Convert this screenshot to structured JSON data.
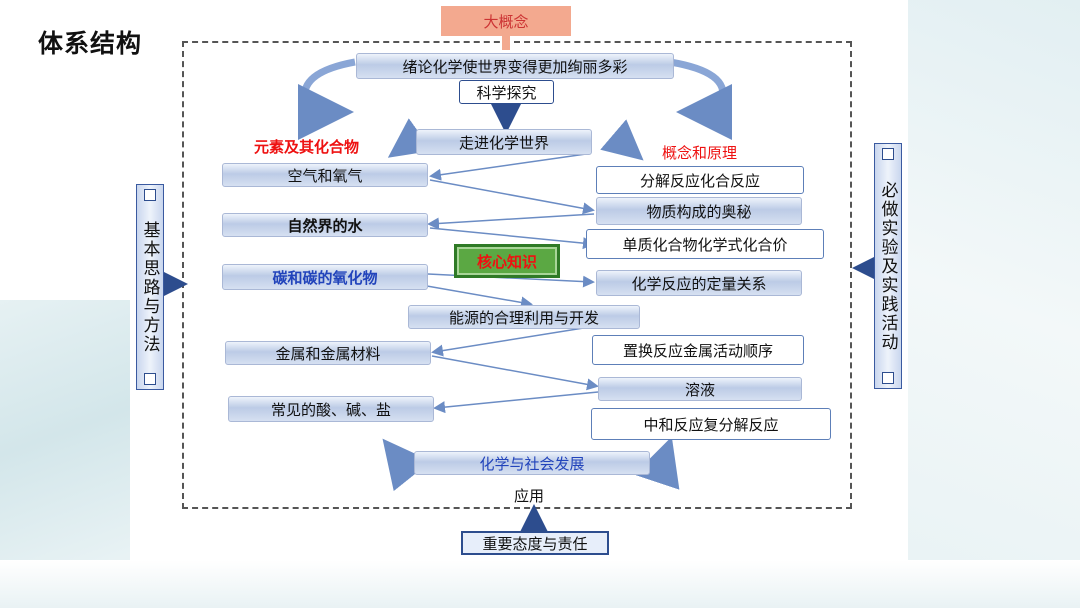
{
  "title": "体系结构",
  "big_concept": "大概念",
  "top": {
    "main": "绪论化学使世界变得更加绚丽多彩",
    "science": "科学探究",
    "enter": "走进化学世界"
  },
  "left_header": "元素及其化合物",
  "right_header": "概念和原理",
  "left_items": [
    "空气和氧气",
    "自然界的水",
    "碳和碳的氧化物",
    "金属和金属材料",
    "常见的酸、碱、盐"
  ],
  "right_items": [
    "分解反应化合反应",
    "物质构成的奥秘",
    "单质化合物化学式化合价",
    "化学反应的定量关系",
    "置换反应金属活动顺序",
    "溶液",
    "中和反应复分解反应"
  ],
  "center": {
    "core": "核心知识",
    "energy": "能源的合理利用与开发",
    "society": "化学与社会发展",
    "application": "应用"
  },
  "bottom": "重要态度与责任",
  "left_side": "基本思路与方法",
  "right_side": "必做实验及实践活动",
  "colors": {
    "dark_blue": "#2d4d8e",
    "red": "#e11111",
    "green": "#5ba843",
    "peach": "#f3a98f"
  }
}
